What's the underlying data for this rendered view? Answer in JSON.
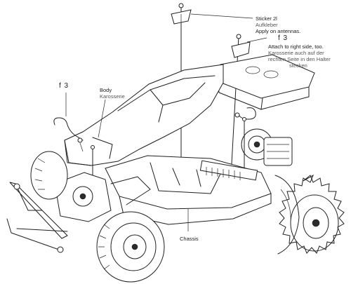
{
  "header": {
    "faded_text": ""
  },
  "labels": {
    "sticker": {
      "title": "Sticker 2l",
      "german": "Aufkleber",
      "english": "Apply on antennas."
    },
    "step_right": {
      "code": "f 3",
      "line1": "Attach to right side, too.",
      "line2": "Karosserie auch auf der",
      "line3": "rechten Seite in den Halter",
      "line4": "stecken"
    },
    "step_left": {
      "code": "f 3"
    },
    "body": {
      "english": "Body",
      "german": "Karosserie"
    },
    "chassis": {
      "english": "Chassis"
    }
  },
  "icons": [
    "antenna-flag-icon",
    "clip-icon"
  ],
  "colors": {
    "ink": "#1f1f1f",
    "paper": "#ffffff"
  }
}
